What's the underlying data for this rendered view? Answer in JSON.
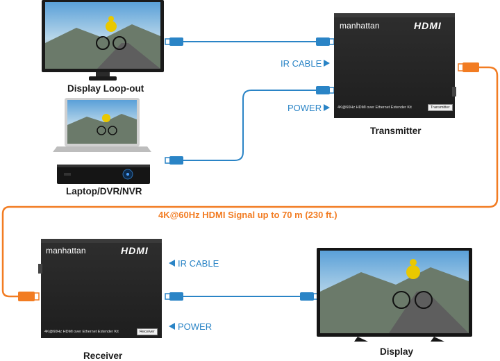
{
  "labels": {
    "display_loopout": "Display Loop-out",
    "laptop_dvr_nvr": "Laptop/DVR/NVR",
    "transmitter": "Transmitter",
    "receiver": "Receiver",
    "display": "Display",
    "signal": "4K@60Hz HDMI Signal up to 70 m (230 ft.)"
  },
  "ports": {
    "tx_ir": "IR CABLE",
    "tx_power": "POWER",
    "rx_ir": "IR CABLE",
    "rx_power": "POWER"
  },
  "device_text": {
    "brand": "manhattan",
    "hdmi_logo": "HDMI",
    "kit_name": "4K@60Hz HDMI over Ethernet Extender Kit",
    "tx_badge": "Transmitter",
    "rx_badge": "Receiver"
  },
  "colors": {
    "hdmi_cable": "#2a84c6",
    "ethernet_cable": "#f27c22",
    "device_body": "#262626"
  },
  "icons": {
    "port_arrow": "triangle-arrow-icon",
    "hdmi_plug": "hdmi-plug-icon",
    "rj45_plug": "rj45-plug-icon"
  }
}
